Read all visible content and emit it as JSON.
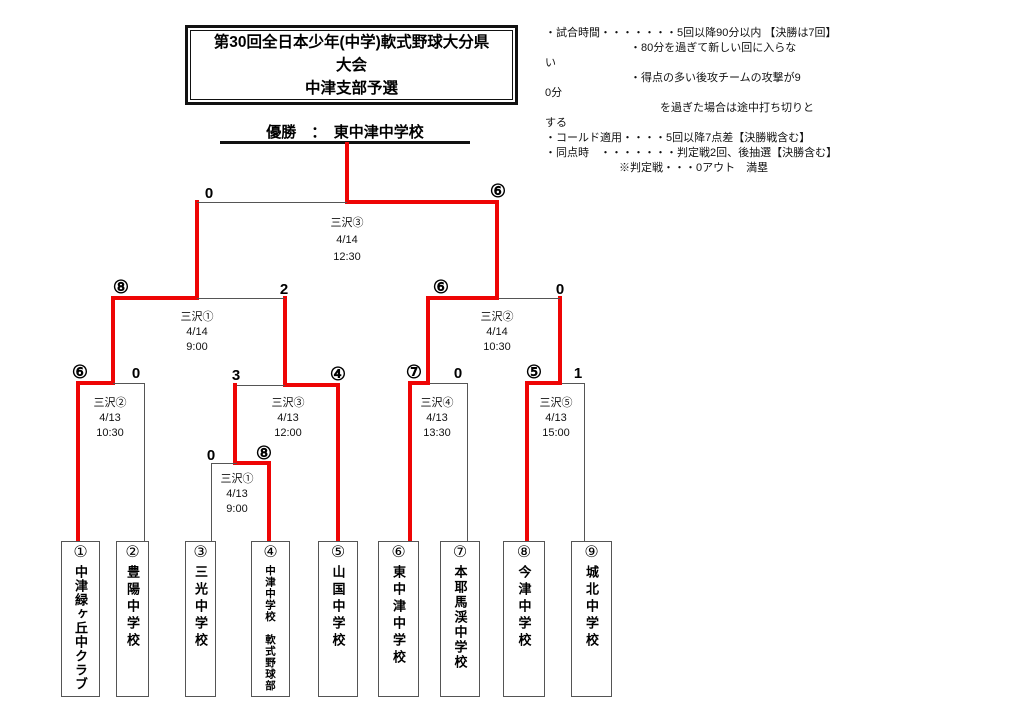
{
  "title": {
    "line1": "第30回全日本少年(中学)軟式野球大分県",
    "line2": "大会",
    "line3": "中津支部予選"
  },
  "champion": {
    "text": "優勝　：　東中津中学校"
  },
  "notes": {
    "lines": [
      "・試合時間・・・・・・・5回以降90分以内 【決勝は7回】",
      "・80分を過ぎて新しい回に入らな",
      "い",
      "・得点の多い後攻チームの攻撃が9",
      "0分",
      "を過ぎた場合は途中打ち切りと",
      "する",
      "・コールド適用・・・・5回以降7点差【決勝戦含む】",
      "・同点時　・・・・・・・判定戦2回、後抽選【決勝含む】",
      "※判定戦・・・0アウト　満塁"
    ]
  },
  "matches": {
    "final": {
      "name": "三沢③",
      "date": "4/14",
      "time": "12:30",
      "score_left": "0",
      "score_right": "⑥"
    },
    "sf_left": {
      "name": "三沢①",
      "date": "4/14",
      "time": "9:00",
      "score_left": "⑧",
      "score_right": "2"
    },
    "sf_right": {
      "name": "三沢②",
      "date": "4/14",
      "time": "10:30",
      "score_left": "⑥",
      "score_right": "0"
    },
    "qf1": {
      "name": "三沢②",
      "date": "4/13",
      "time": "10:30",
      "score_left": "⑥",
      "score_right": "0"
    },
    "qf2": {
      "name": "三沢③",
      "date": "4/13",
      "time": "12:00",
      "score_left": "3",
      "score_right": "④"
    },
    "qf3": {
      "name": "三沢④",
      "date": "4/13",
      "time": "13:30",
      "score_left": "⑦",
      "score_right": "0"
    },
    "qf4": {
      "name": "三沢⑤",
      "date": "4/13",
      "time": "15:00",
      "score_left": "⑤",
      "score_right": "1"
    },
    "r1": {
      "name": "三沢①",
      "date": "4/13",
      "time": "9:00",
      "score_left": "0",
      "score_right": "⑧"
    }
  },
  "teams": [
    {
      "number": "①",
      "name": "中津緑ヶ丘中クラブ"
    },
    {
      "number": "②",
      "name": "豊陽中学校"
    },
    {
      "number": "③",
      "name": "三光中学校"
    },
    {
      "number": "④",
      "name": "中津中学校　軟式野球部"
    },
    {
      "number": "⑤",
      "name": "山国中学校"
    },
    {
      "number": "⑥",
      "name": "東中津中学校"
    },
    {
      "number": "⑦",
      "name": "本耶馬渓中学校"
    },
    {
      "number": "⑧",
      "name": "今津中学校"
    },
    {
      "number": "⑨",
      "name": "城北中学校"
    }
  ],
  "colors": {
    "winner_path": "#ee0505",
    "line": "#555555",
    "text": "#000000"
  }
}
